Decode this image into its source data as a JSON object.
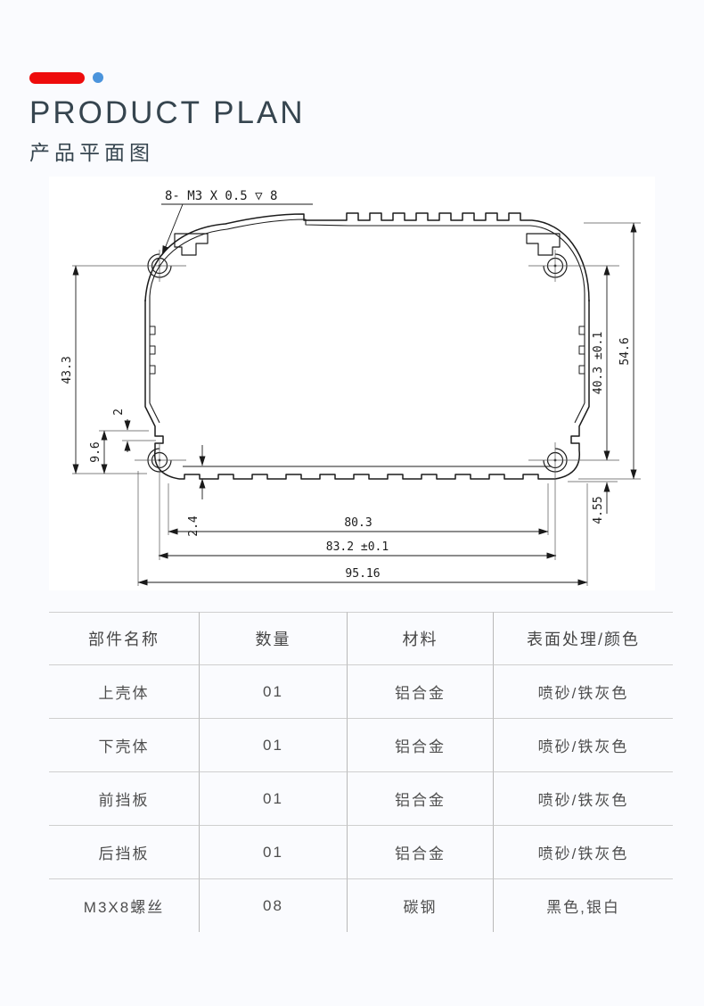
{
  "page": {
    "background": "#fafbfe",
    "panel_background": "#ffffff"
  },
  "header": {
    "accent_bar_color": "#ee0c0c",
    "accent_dot_color": "#4b94dc",
    "title_color": "#36454f",
    "title": "PRODUCT PLAN",
    "subtitle": "产品平面图"
  },
  "drawing": {
    "thread_note": "8- M3 X 0.5 ▽ 8",
    "dimensions": {
      "left_total": "43.3",
      "left_lower": "9.6",
      "left_step": "2",
      "right_inner": "40.3 ±0.1",
      "right_total": "54.6",
      "right_bottom": "4.55",
      "bottom_thickness": "2.4",
      "width_inner": "80.3",
      "width_screw_span": "83.2 ±0.1",
      "width_total": "95.16"
    }
  },
  "table": {
    "headers": [
      "部件名称",
      "数量",
      "材料",
      "表面处理/颜色"
    ],
    "rows": [
      [
        "上壳体",
        "01",
        "铝合金",
        "喷砂/铁灰色"
      ],
      [
        "下壳体",
        "01",
        "铝合金",
        "喷砂/铁灰色"
      ],
      [
        "前挡板",
        "01",
        "铝合金",
        "喷砂/铁灰色"
      ],
      [
        "后挡板",
        "01",
        "铝合金",
        "喷砂/铁灰色"
      ],
      [
        "M3X8螺丝",
        "08",
        "碳钢",
        "黑色,银白"
      ]
    ]
  }
}
